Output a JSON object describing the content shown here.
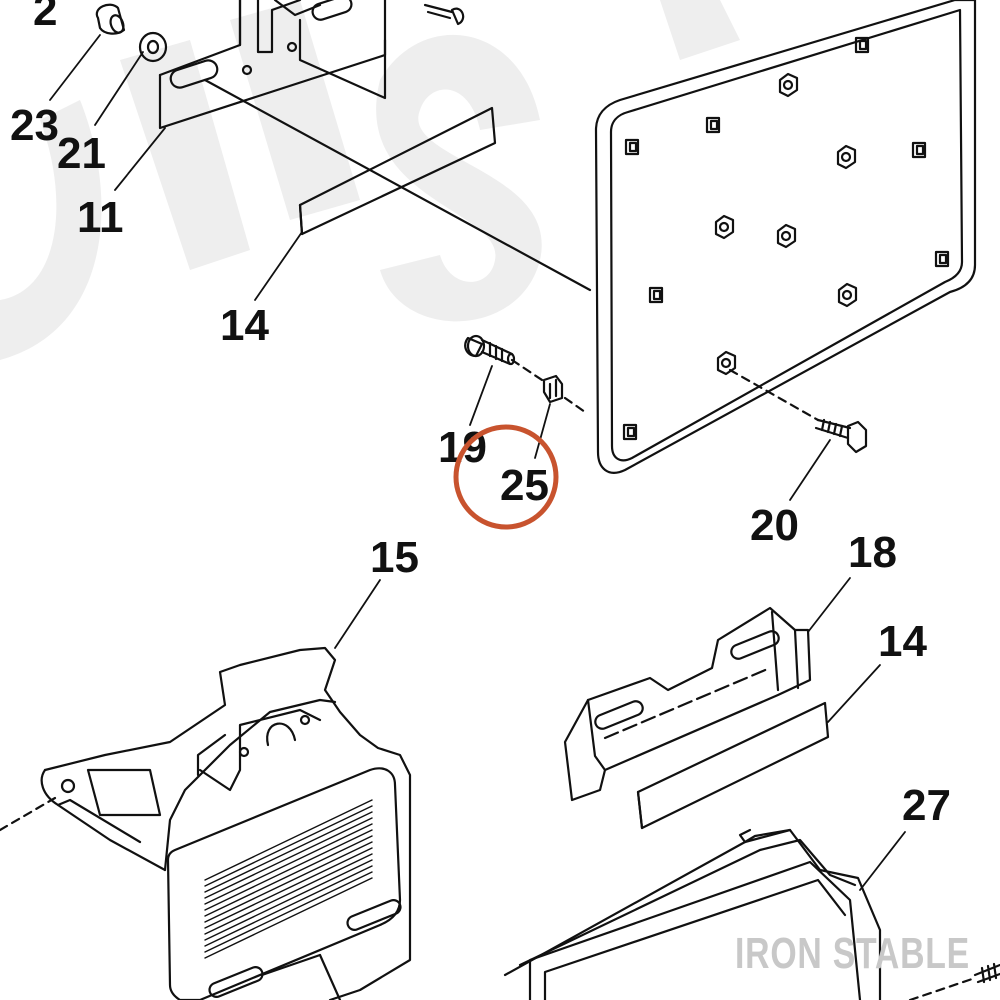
{
  "diagram": {
    "callouts": {
      "c2": "2",
      "c23": "23",
      "c21": "21",
      "c11": "11",
      "c14a": "14",
      "c19": "19",
      "c25": "25",
      "c20": "20",
      "c15": "15",
      "c18": "18",
      "c14b": "14",
      "c27": "27"
    },
    "highlighted_callout": "25",
    "watermark": "IRON STABLE",
    "colors": {
      "line": "#111111",
      "highlight_ring": "#c8532e",
      "watermark": "#c8c8c8",
      "background_watermark": "#eeeeee"
    }
  }
}
